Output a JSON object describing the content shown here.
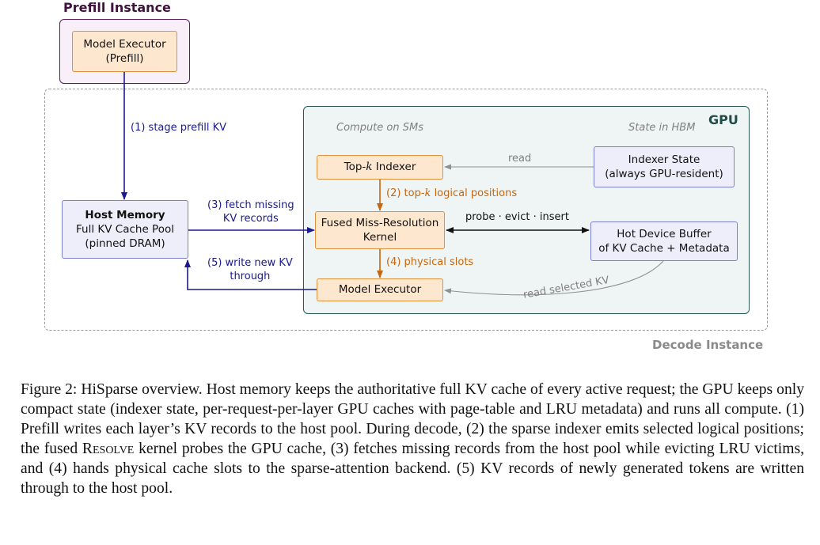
{
  "prefill": {
    "title": "Prefill Instance",
    "executor_line1": "Model Executor",
    "executor_line2": "(Prefill)"
  },
  "decode": {
    "title": "Decode Instance"
  },
  "gpu": {
    "title": "GPU",
    "compute_label": "Compute on SMs",
    "state_label": "State in HBM"
  },
  "host_memory": {
    "title": "Host Memory",
    "line2": "Full KV Cache Pool",
    "line3": "(pinned DRAM)"
  },
  "topk_indexer": {
    "pre": "Top-",
    "k": "k",
    "post": " Indexer"
  },
  "fused_kernel": {
    "line1": "Fused Miss-Resolution",
    "line2": "Kernel"
  },
  "model_executor": {
    "label": "Model Executor"
  },
  "indexer_state": {
    "line1": "Indexer State",
    "line2": "(always GPU-resident)"
  },
  "hot_buffer": {
    "line1": "Hot Device Buffer",
    "line2": "of KV Cache + Metadata"
  },
  "edges": {
    "stage_prefill": "(1) stage prefill KV",
    "topk_positions_pre": "(2) top-",
    "topk_positions_k": "k",
    "topk_positions_post": " logical positions",
    "fetch_line1": "(3) fetch missing",
    "fetch_line2": "KV records",
    "physical_slots": "(4) physical slots",
    "write_line1": "(5) write new KV",
    "write_line2": "through",
    "read": "read",
    "probe": "probe · evict · insert",
    "read_selected": "read selected KV"
  },
  "caption": {
    "p1": "Figure 2: HiSparse overview. Host memory keeps the authoritative full KV cache of every active request; the GPU keeps only compact state (indexer state, per-request-per-layer GPU caches with page-table and LRU metadata) and runs all compute. (1) Prefill writes each layer’s KV records to the host pool. During decode, (2) the sparse indexer emits selected logical positions; the fused ",
    "resolve": "Resolve",
    "p2": " kernel probes the GPU cache, (3) fetches missing records from the host pool while evicting LRU victims, and (4) hands physical cache slots to the sparse-attention backend. (5) KV records of newly generated tokens are written through to the host pool."
  },
  "colors": {
    "navy_arrow": "#1a1a8c",
    "orange_arrow": "#c8650f",
    "grey_arrow": "#909090",
    "prefill_border": "#5c1f5c",
    "gpu_border": "#2b5a55"
  }
}
